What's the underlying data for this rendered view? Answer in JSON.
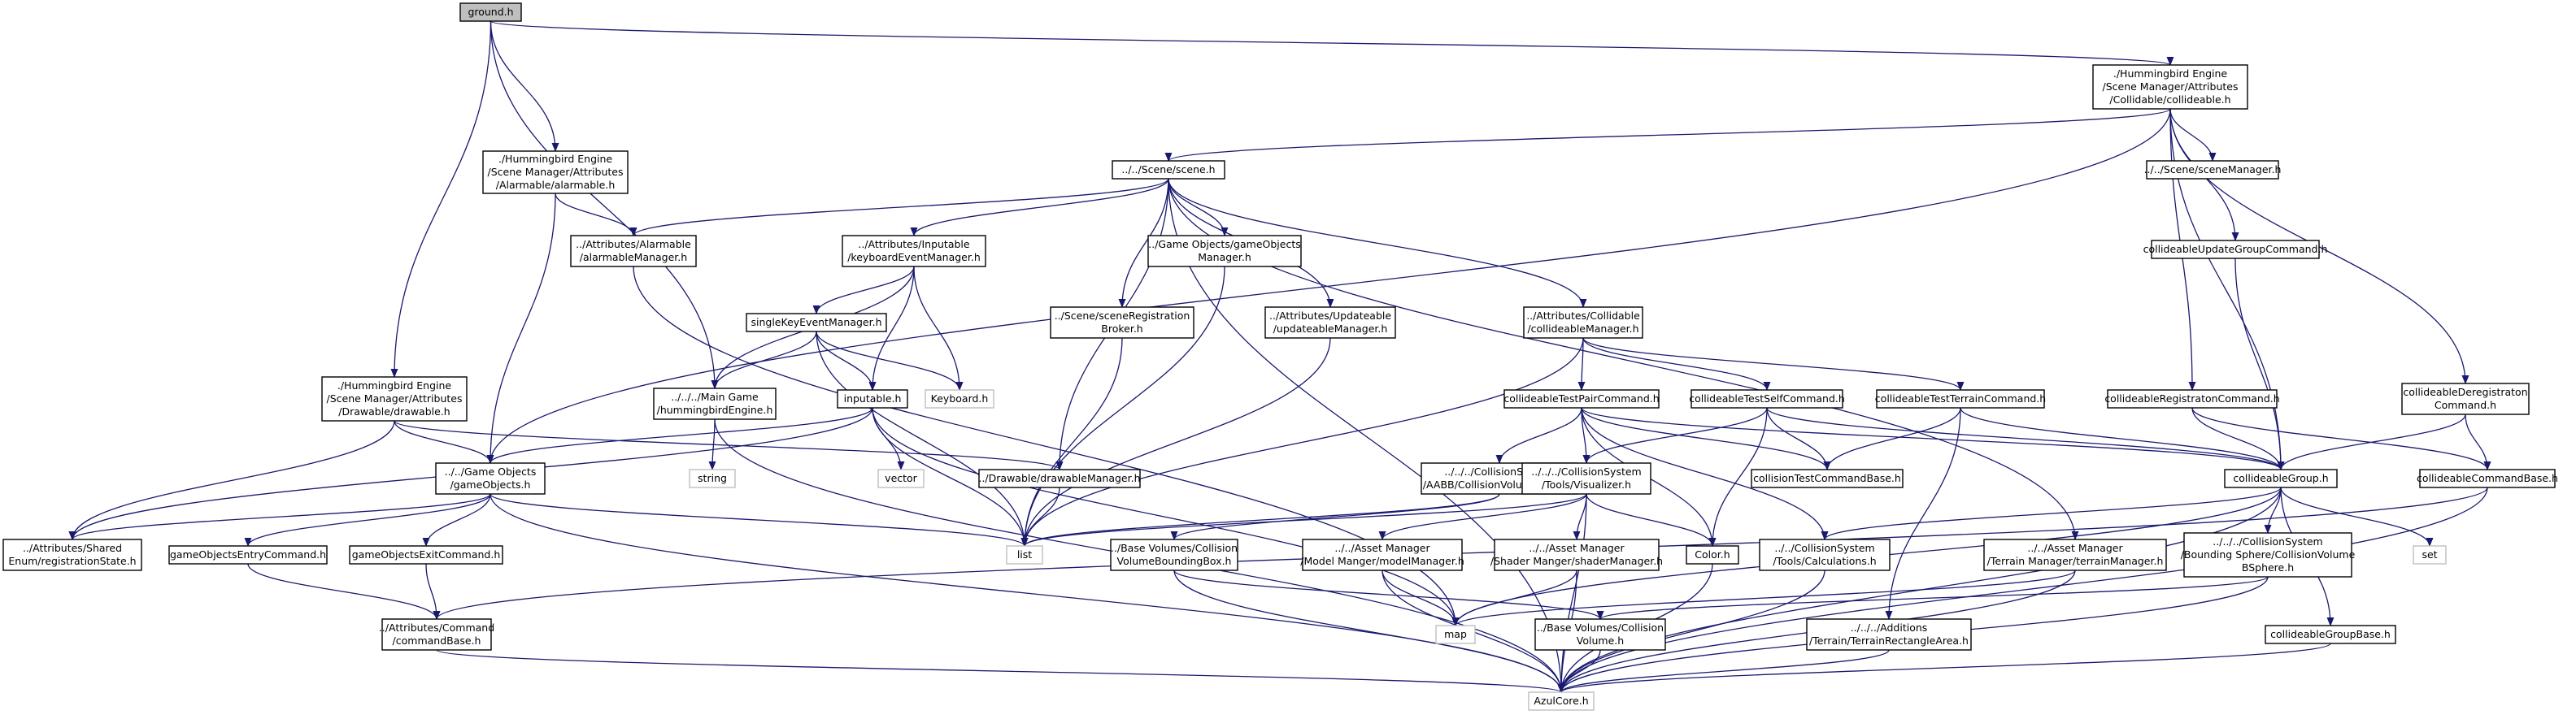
{
  "diagram": {
    "colors": {
      "edge": "#191970",
      "node_border": "#000000",
      "system_border": "#bfbfbf",
      "root_fill": "#bfbfbf",
      "background": "#ffffff"
    },
    "nodes": [
      {
        "id": "ground",
        "lines": [
          "ground.h"
        ]
      },
      {
        "id": "collidable",
        "lines": [
          "./Hummingbird Engine",
          "/Scene Manager/Attributes",
          "/Collidable/collideable.h"
        ]
      },
      {
        "id": "alarmable",
        "lines": [
          "./Hummingbird Engine",
          "/Scene Manager/Attributes",
          "/Alarmable/alarmable.h"
        ]
      },
      {
        "id": "scene",
        "lines": [
          "../../Scene/scene.h"
        ]
      },
      {
        "id": "sceneManager",
        "lines": [
          "../../Scene/sceneManager.h"
        ]
      },
      {
        "id": "alarmableManager",
        "lines": [
          "../Attributes/Alarmable",
          "/alarmableManager.h"
        ]
      },
      {
        "id": "keyboardEventManager",
        "lines": [
          "../Attributes/Inputable",
          "/keyboardEventManager.h"
        ]
      },
      {
        "id": "gameObjectsManager",
        "lines": [
          "../Game Objects/gameObjects",
          "Manager.h"
        ]
      },
      {
        "id": "collideableUpdateGroupCommand",
        "lines": [
          "collideableUpdateGroupCommand.h"
        ]
      },
      {
        "id": "sceneRegistrationBroker",
        "lines": [
          "../Scene/sceneRegistration",
          "Broker.h"
        ]
      },
      {
        "id": "updateableManager",
        "lines": [
          "../Attributes/Updateable",
          "/updateableManager.h"
        ]
      },
      {
        "id": "collideableManager",
        "lines": [
          "../Attributes/Collidable",
          "/collideableManager.h"
        ]
      },
      {
        "id": "singleKeyEventManager",
        "lines": [
          "singleKeyEventManager.h"
        ]
      },
      {
        "id": "drawable",
        "lines": [
          "./Hummingbird Engine",
          "/Scene Manager/Attributes",
          "/Drawable/drawable.h"
        ]
      },
      {
        "id": "hummingbirdEngine",
        "lines": [
          "../../../Main Game",
          "/hummingbirdEngine.h"
        ]
      },
      {
        "id": "inputable",
        "lines": [
          "inputable.h"
        ]
      },
      {
        "id": "keyboard",
        "lines": [
          "Keyboard.h"
        ],
        "system": true
      },
      {
        "id": "collideableTestPairCommand",
        "lines": [
          "collideableTestPairCommand.h"
        ]
      },
      {
        "id": "collideableTestSelfCommand",
        "lines": [
          "collideableTestSelfCommand.h"
        ]
      },
      {
        "id": "collideableTestTerrainCommand",
        "lines": [
          "collideableTestTerrainCommand.h"
        ]
      },
      {
        "id": "collideableRegistratonCommand",
        "lines": [
          "collideableRegistratonCommand.h"
        ]
      },
      {
        "id": "collideableDeregistratonCommand",
        "lines": [
          "collideableDeregistraton",
          "Command.h"
        ]
      },
      {
        "id": "gameObjects",
        "lines": [
          "../../Game Objects",
          "/gameObjects.h"
        ]
      },
      {
        "id": "string",
        "lines": [
          "string"
        ],
        "system": true
      },
      {
        "id": "vector",
        "lines": [
          "vector"
        ],
        "system": true
      },
      {
        "id": "drawableManager",
        "lines": [
          "../Drawable/drawableManager.h"
        ]
      },
      {
        "id": "aabb",
        "lines": [
          "../../../CollisionSystem",
          "/AABB/CollisionVolumeAABB.h"
        ]
      },
      {
        "id": "visualizer",
        "lines": [
          "../../../CollisionSystem",
          "/Tools/Visualizer.h"
        ]
      },
      {
        "id": "collisionTestCommandBase",
        "lines": [
          "collisionTestCommandBase.h"
        ]
      },
      {
        "id": "collideableGroup",
        "lines": [
          "collideableGroup.h"
        ]
      },
      {
        "id": "collideableCommandBase",
        "lines": [
          "collideableCommandBase.h"
        ]
      },
      {
        "id": "registrationState",
        "lines": [
          "../Attributes/Shared",
          "Enum/registrationState.h"
        ]
      },
      {
        "id": "gameObjectsEntryCommand",
        "lines": [
          "gameObjectsEntryCommand.h"
        ]
      },
      {
        "id": "gameObjectsExitCommand",
        "lines": [
          "gameObjectsExitCommand.h"
        ]
      },
      {
        "id": "list",
        "lines": [
          "list"
        ],
        "system": true
      },
      {
        "id": "boundingBox",
        "lines": [
          "../Base Volumes/Collision",
          "VolumeBoundingBox.h"
        ]
      },
      {
        "id": "modelManager",
        "lines": [
          "../../Asset Manager",
          "/Model Manger/modelManager.h"
        ]
      },
      {
        "id": "shaderManager",
        "lines": [
          "../../Asset Manager",
          "/Shader Manger/shaderManager.h"
        ]
      },
      {
        "id": "color",
        "lines": [
          "Color.h"
        ]
      },
      {
        "id": "calculations",
        "lines": [
          "../../CollisionSystem",
          "/Tools/Calculations.h"
        ]
      },
      {
        "id": "terrainManager",
        "lines": [
          "../../Asset Manager",
          "/Terrain Manager/terrainManager.h"
        ]
      },
      {
        "id": "bsphere",
        "lines": [
          "../../../CollisionSystem",
          "/Bounding Sphere/CollisionVolume",
          "BSphere.h"
        ]
      },
      {
        "id": "set",
        "lines": [
          "set"
        ],
        "system": true
      },
      {
        "id": "commandBase",
        "lines": [
          "../Attributes/Command",
          "/commandBase.h"
        ]
      },
      {
        "id": "map",
        "lines": [
          "map"
        ],
        "system": true
      },
      {
        "id": "collisionVolume",
        "lines": [
          "../Base Volumes/Collision",
          "Volume.h"
        ]
      },
      {
        "id": "terrainRectangleArea",
        "lines": [
          "../../../Additions",
          "/Terrain/TerrainRectangleArea.h"
        ]
      },
      {
        "id": "collideableGroupBase",
        "lines": [
          "collideableGroupBase.h"
        ]
      },
      {
        "id": "azulCore",
        "lines": [
          "AzulCore.h"
        ],
        "system": true
      }
    ],
    "edges": [
      [
        "ground",
        "collidable"
      ],
      [
        "ground",
        "alarmable"
      ],
      [
        "ground",
        "drawable"
      ],
      [
        "ground",
        "hummingbirdEngine"
      ],
      [
        "collidable",
        "scene"
      ],
      [
        "collidable",
        "sceneManager"
      ],
      [
        "collidable",
        "collideableUpdateGroupCommand"
      ],
      [
        "collidable",
        "collideableRegistratonCommand"
      ],
      [
        "collidable",
        "collideableDeregistratonCommand"
      ],
      [
        "collidable",
        "collideableGroup"
      ],
      [
        "collidable",
        "gameObjects"
      ],
      [
        "alarmable",
        "alarmableManager"
      ],
      [
        "alarmable",
        "gameObjects"
      ],
      [
        "scene",
        "alarmableManager"
      ],
      [
        "scene",
        "keyboardEventManager"
      ],
      [
        "scene",
        "gameObjectsManager"
      ],
      [
        "scene",
        "sceneRegistrationBroker"
      ],
      [
        "scene",
        "updateableManager"
      ],
      [
        "scene",
        "collideableManager"
      ],
      [
        "scene",
        "drawableManager"
      ],
      [
        "scene",
        "terrainManager"
      ],
      [
        "scene",
        "azulCore"
      ],
      [
        "alarmableManager",
        "map"
      ],
      [
        "keyboardEventManager",
        "singleKeyEventManager"
      ],
      [
        "keyboardEventManager",
        "keyboard"
      ],
      [
        "keyboardEventManager",
        "inputable"
      ],
      [
        "keyboardEventManager",
        "hummingbirdEngine"
      ],
      [
        "singleKeyEventManager",
        "keyboard"
      ],
      [
        "singleKeyEventManager",
        "inputable"
      ],
      [
        "singleKeyEventManager",
        "hummingbirdEngine"
      ],
      [
        "singleKeyEventManager",
        "list"
      ],
      [
        "gameObjectsManager",
        "list"
      ],
      [
        "sceneRegistrationBroker",
        "list"
      ],
      [
        "updateableManager",
        "list"
      ],
      [
        "collideableManager",
        "collideableTestPairCommand"
      ],
      [
        "collideableManager",
        "collideableTestSelfCommand"
      ],
      [
        "collideableManager",
        "collideableTestTerrainCommand"
      ],
      [
        "collideableManager",
        "list"
      ],
      [
        "drawable",
        "gameObjects"
      ],
      [
        "drawable",
        "drawableManager"
      ],
      [
        "drawable",
        "registrationState"
      ],
      [
        "hummingbirdEngine",
        "string"
      ],
      [
        "hummingbirdEngine",
        "azulCore"
      ],
      [
        "inputable",
        "gameObjects"
      ],
      [
        "inputable",
        "vector"
      ],
      [
        "inputable",
        "list"
      ],
      [
        "inputable",
        "map"
      ],
      [
        "inputable",
        "registrationState"
      ],
      [
        "gameObjects",
        "registrationState"
      ],
      [
        "gameObjects",
        "gameObjectsEntryCommand"
      ],
      [
        "gameObjects",
        "gameObjectsExitCommand"
      ],
      [
        "gameObjects",
        "list"
      ],
      [
        "gameObjects",
        "azulCore"
      ],
      [
        "drawableManager",
        "list"
      ],
      [
        "gameObjectsEntryCommand",
        "commandBase"
      ],
      [
        "gameObjectsExitCommand",
        "commandBase"
      ],
      [
        "commandBase",
        "azulCore"
      ],
      [
        "collideableTestPairCommand",
        "aabb"
      ],
      [
        "collideableTestPairCommand",
        "visualizer"
      ],
      [
        "collideableTestPairCommand",
        "collisionTestCommandBase"
      ],
      [
        "collideableTestPairCommand",
        "collideableGroup"
      ],
      [
        "collideableTestPairCommand",
        "color"
      ],
      [
        "collideableTestPairCommand",
        "calculations"
      ],
      [
        "collideableTestSelfCommand",
        "visualizer"
      ],
      [
        "collideableTestSelfCommand",
        "collisionTestCommandBase"
      ],
      [
        "collideableTestSelfCommand",
        "collideableGroup"
      ],
      [
        "collideableTestSelfCommand",
        "color"
      ],
      [
        "collideableTestTerrainCommand",
        "collisionTestCommandBase"
      ],
      [
        "collideableTestTerrainCommand",
        "collideableGroup"
      ],
      [
        "collideableTestTerrainCommand",
        "terrainRectangleArea"
      ],
      [
        "aabb",
        "boundingBox"
      ],
      [
        "aabb",
        "list"
      ],
      [
        "visualizer",
        "modelManager"
      ],
      [
        "visualizer",
        "shaderManager"
      ],
      [
        "visualizer",
        "color"
      ],
      [
        "visualizer",
        "list"
      ],
      [
        "visualizer",
        "azulCore"
      ],
      [
        "boundingBox",
        "collisionVolume"
      ],
      [
        "boundingBox",
        "azulCore"
      ],
      [
        "modelManager",
        "map"
      ],
      [
        "modelManager",
        "azulCore"
      ],
      [
        "shaderManager",
        "map"
      ],
      [
        "shaderManager",
        "azulCore"
      ],
      [
        "color",
        "azulCore"
      ],
      [
        "calculations",
        "azulCore"
      ],
      [
        "terrainManager",
        "map"
      ],
      [
        "terrainManager",
        "azulCore"
      ],
      [
        "collideableUpdateGroupCommand",
        "collideableGroup"
      ],
      [
        "collideableRegistratonCommand",
        "collideableGroup"
      ],
      [
        "collideableRegistratonCommand",
        "collideableCommandBase"
      ],
      [
        "collideableDeregistratonCommand",
        "collideableGroup"
      ],
      [
        "collideableDeregistratonCommand",
        "collideableCommandBase"
      ],
      [
        "collideableGroup",
        "calculations"
      ],
      [
        "collideableGroup",
        "bsphere"
      ],
      [
        "collideableGroup",
        "set"
      ],
      [
        "collideableGroup",
        "collideableGroupBase"
      ],
      [
        "collideableGroup",
        "map"
      ],
      [
        "collideableGroup",
        "azulCore"
      ],
      [
        "collideableCommandBase",
        "commandBase"
      ],
      [
        "collideableCommandBase",
        "azulCore"
      ],
      [
        "bsphere",
        "collisionVolume"
      ],
      [
        "bsphere",
        "azulCore"
      ],
      [
        "collisionVolume",
        "azulCore"
      ],
      [
        "terrainRectangleArea",
        "azulCore"
      ],
      [
        "collideableGroupBase",
        "azulCore"
      ]
    ]
  }
}
